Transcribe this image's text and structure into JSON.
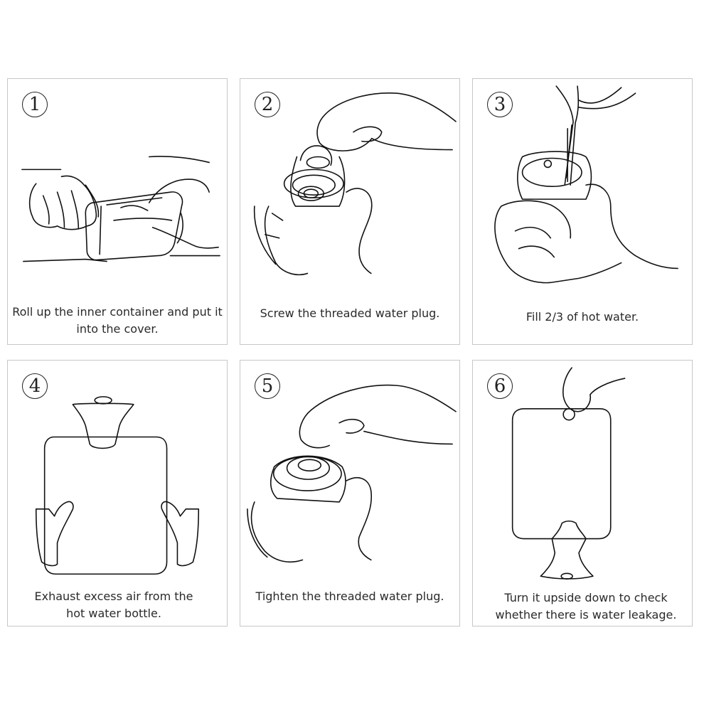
{
  "steps": [
    {
      "number": "1",
      "caption": "Roll up the inner container and put it into the cover."
    },
    {
      "number": "2",
      "caption": "Screw the threaded water plug."
    },
    {
      "number": "3",
      "caption": "Fill 2/3 of hot water."
    },
    {
      "number": "4",
      "caption": "Exhaust excess air from the hot water bottle."
    },
    {
      "number": "5",
      "caption": "Tighten the threaded water plug."
    },
    {
      "number": "6",
      "caption": "Turn it upside down to check whether there is water leakage."
    }
  ]
}
